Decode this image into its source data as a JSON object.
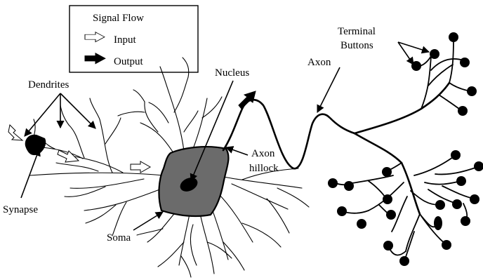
{
  "legend": {
    "title": "Signal Flow",
    "input_label": "Input",
    "output_label": "Output"
  },
  "labels": {
    "dendrites": "Dendrites",
    "synapse": "Synapse",
    "soma": "Soma",
    "nucleus": "Nucleus",
    "axon_hillock_line1": "Axon",
    "axon_hillock_line2": "hillock",
    "axon": "Axon",
    "terminal_line1": "Terminal",
    "terminal_line2": "Buttons"
  },
  "colors": {
    "soma_fill": "#6b6b6b",
    "nucleus_fill": "#000000",
    "line": "#000000",
    "background": "#ffffff"
  }
}
